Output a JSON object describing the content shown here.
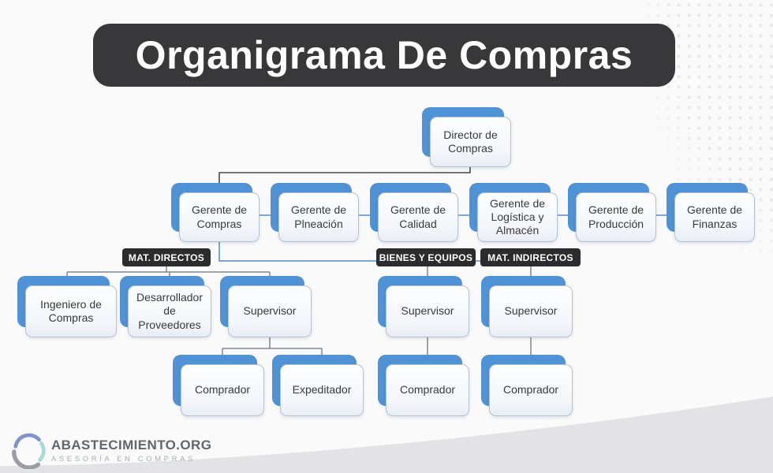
{
  "title": "Organigrama De Compras",
  "theme": {
    "accent_blue": "#4f92d5",
    "banner_bg": "#38383b",
    "tag_bg": "#2c2c2f",
    "band_gray": "#e3e3e7",
    "dot_gray": "#e8e8eb"
  },
  "chart": {
    "nodes": [
      {
        "id": "director",
        "label": "Director de Compras"
      },
      {
        "id": "gerente-compras",
        "label": "Gerente de Compras"
      },
      {
        "id": "gerente-planeacion",
        "label": "Gerente de Plneación"
      },
      {
        "id": "gerente-calidad",
        "label": "Gerente de Calidad"
      },
      {
        "id": "gerente-logistica",
        "label": "Gerente de Logística y Almacén"
      },
      {
        "id": "gerente-produccion",
        "label": "Gerente de Producción"
      },
      {
        "id": "gerente-finanzas",
        "label": "Gerente de Finanzas"
      },
      {
        "id": "ingeniero-compras",
        "label": "Ingeniero de Compras"
      },
      {
        "id": "desarrollador-proveedores",
        "label": "Desarrollador de Proveedores"
      },
      {
        "id": "supervisor-directos",
        "label": "Supervisor"
      },
      {
        "id": "supervisor-bienes",
        "label": "Supervisor"
      },
      {
        "id": "supervisor-indirectos",
        "label": "Supervisor"
      },
      {
        "id": "comprador-directos",
        "label": "Comprador"
      },
      {
        "id": "expeditador",
        "label": "Expeditador"
      },
      {
        "id": "comprador-bienes",
        "label": "Comprador"
      },
      {
        "id": "comprador-indirectos",
        "label": "Comprador"
      }
    ],
    "tags": [
      {
        "label": "MAT. DIRECTOS"
      },
      {
        "label": "BIENES Y EQUIPOS"
      },
      {
        "label": "MAT. INDIRECTOS"
      }
    ]
  },
  "footer": {
    "brand": "ABASTECIMIENTO.ORG",
    "tagline": "ASESORÍA EN COMPRAS"
  }
}
